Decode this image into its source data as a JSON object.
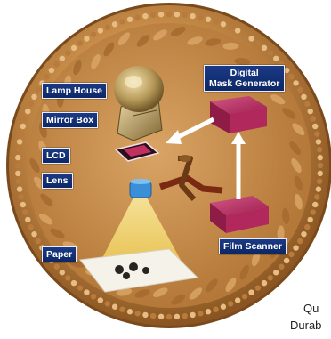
{
  "labels": {
    "lamp_house": "Lamp House",
    "mirror_box": "Mirror Box",
    "lcd": "LCD",
    "lens": "Lens",
    "paper": "Paper",
    "film_scanner": "Film Scanner",
    "digital_mask_line1": "Digital",
    "digital_mask_line2": "Mask Generator"
  },
  "edge_text": {
    "line1": "Qu",
    "line2": "Durab"
  },
  "colors": {
    "coin_gold": "#c98e4a",
    "coin_dark": "#8a5522",
    "label_bg": "#15317a",
    "mask_generator": "#b0285c",
    "film_scanner": "#b0285c",
    "lens": "#3b8fd6",
    "light_cone": "#f2d86a",
    "arrow": "#ffffff"
  },
  "icons": [
    "lamp-house-icon",
    "mirror-box-icon",
    "lcd-panel-icon",
    "lens-icon",
    "paper-icon",
    "film-scanner-box",
    "mask-generator-box",
    "film-strip-icon"
  ]
}
